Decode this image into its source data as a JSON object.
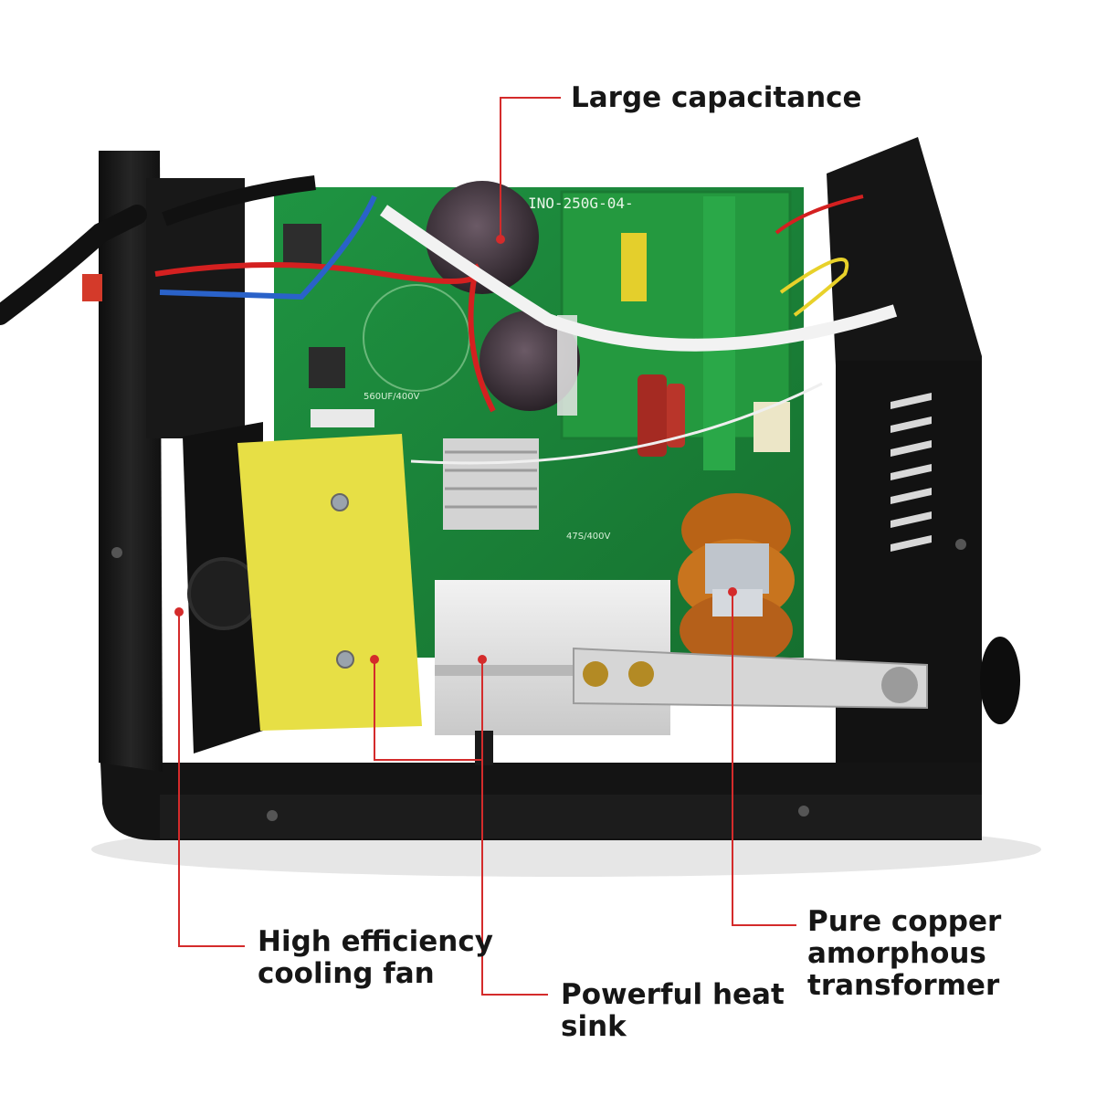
{
  "callouts": {
    "capacitance": {
      "lines": [
        "Large capacitance"
      ]
    },
    "cooling_fan": {
      "lines": [
        "High efficiency",
        "cooling fan"
      ]
    },
    "heat_sink": {
      "lines": [
        "Powerful heat",
        "sink"
      ]
    },
    "transformer": {
      "lines": [
        "Pure copper",
        "amorphous",
        "transformer"
      ]
    }
  },
  "board_markings": {
    "model_text": "INO-250G-04-",
    "cap_rating": "560UF/400V",
    "cap_rating_2": "47S/400V"
  },
  "colors": {
    "callout_line": "#d42b2b",
    "label_text": "#161616",
    "pcb": "#1f8a3c",
    "chassis": "#1b1b1b",
    "insulator": "#e9df44",
    "heatsink": "#dcdcdc",
    "copper": "#c8741e"
  },
  "icons": {
    "callout_dot": "red-dot-icon"
  }
}
